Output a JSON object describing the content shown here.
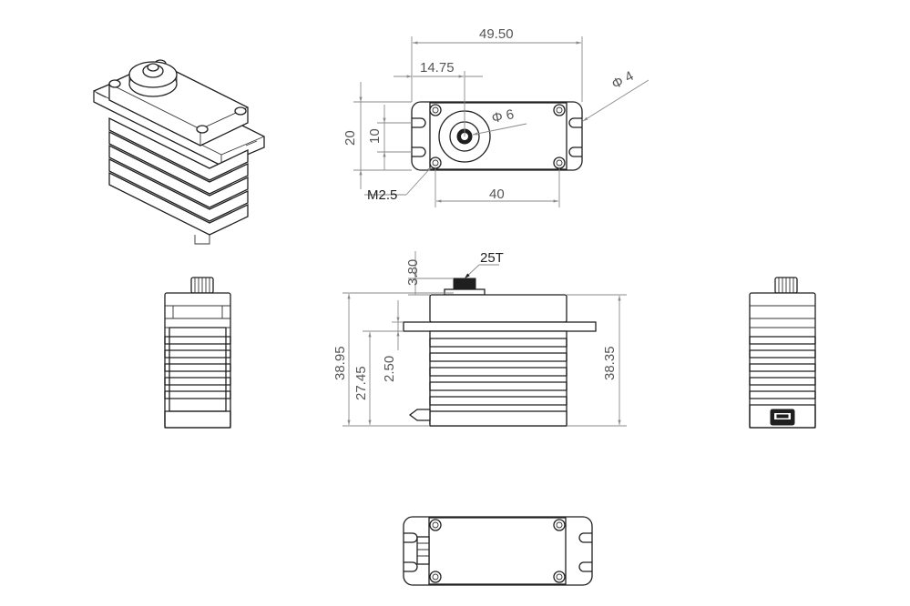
{
  "dimensions": {
    "overall_width": "49.50",
    "hole_offset": "14.75",
    "hole_diameter": "Φ 4",
    "horn_diameter": "Φ 6",
    "mount_height": "20",
    "slot_height": "10",
    "screw_thread": "M2.5",
    "hole_spacing": "40",
    "spline_height": "3.80",
    "spline_teeth": "25T",
    "total_height": "38.95",
    "body_height": "38.35",
    "flange_height": "27.45",
    "flange_thickness": "2.50"
  }
}
